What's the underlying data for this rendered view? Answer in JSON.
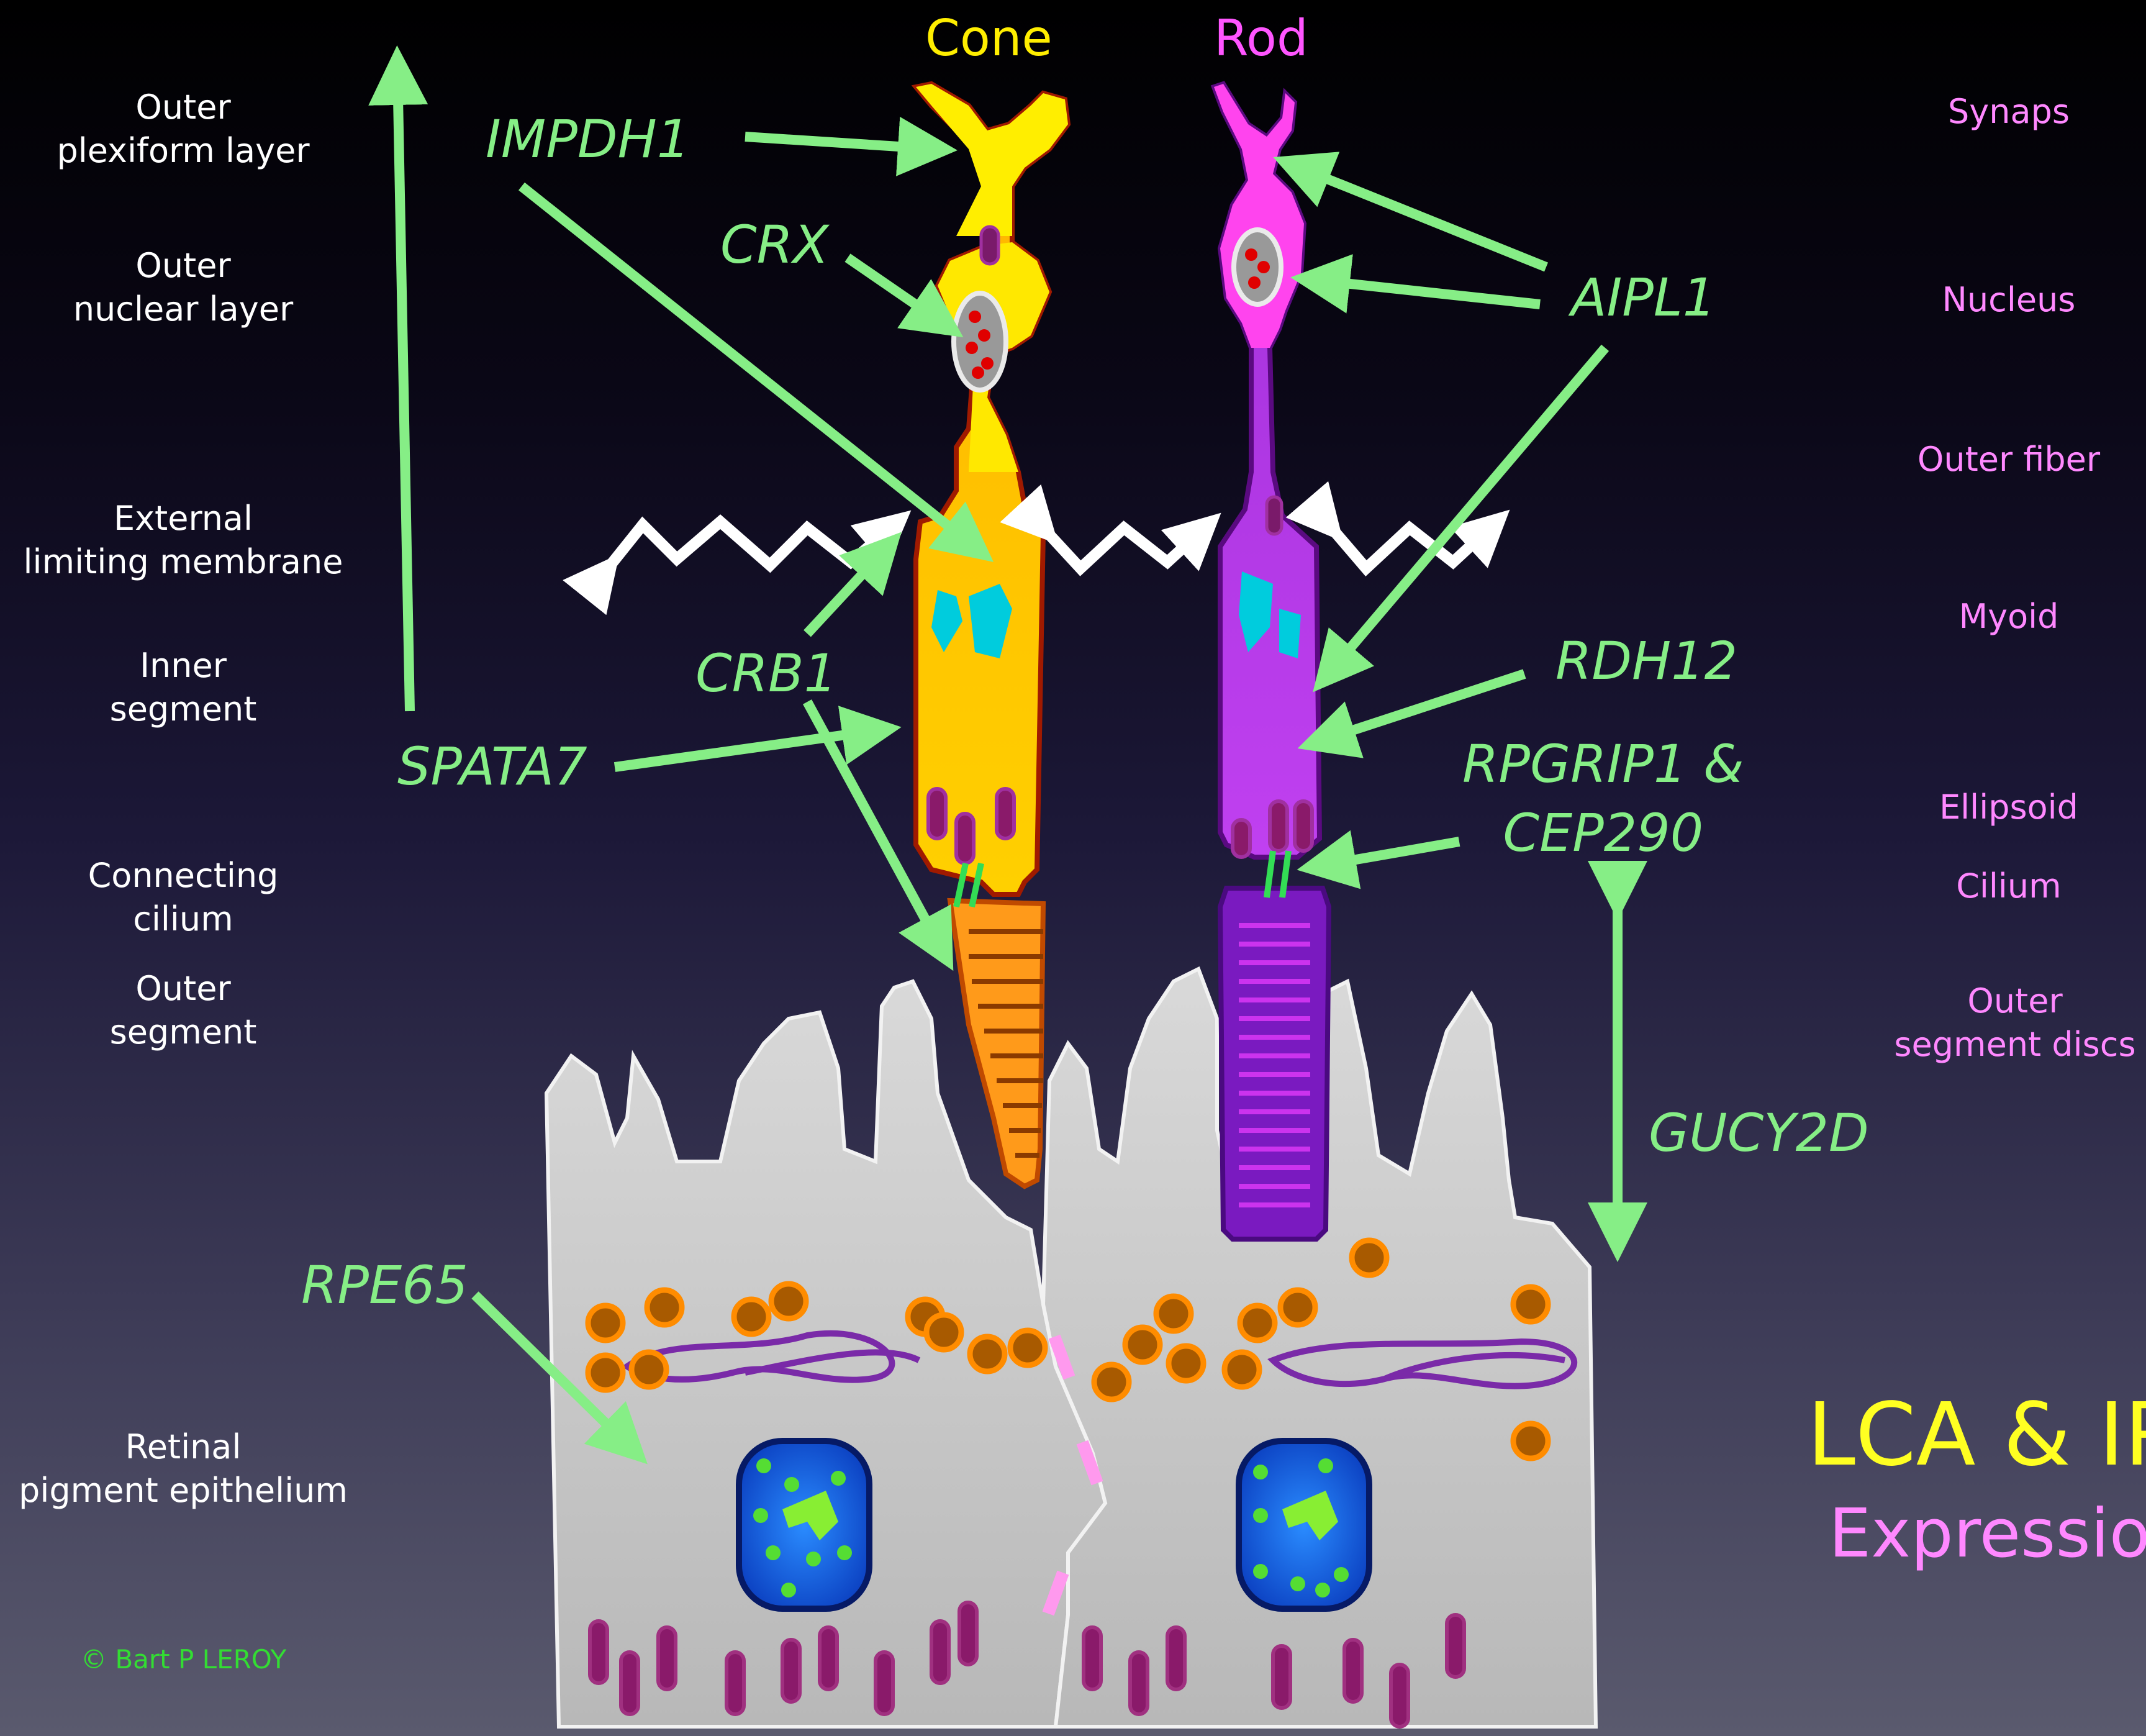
{
  "cells": {
    "cone": "Cone",
    "rod": "Rod"
  },
  "layers": [
    "Outer\nplexiform layer",
    "Outer\nnuclear layer",
    "External\nlimiting membrane",
    "Inner\nsegment",
    "Connecting\ncilium",
    "Outer\nsegment",
    "Retinal\npigment epithelium"
  ],
  "compartments": [
    "Synaps",
    "Nucleus",
    "Outer fiber",
    "Myoid",
    "Ellipsoid",
    "Cilium",
    "Outer\nsegment discs"
  ],
  "genes": {
    "impdh1": "IMPDH1",
    "crx": "CRX",
    "aipl1": "AIPL1",
    "crb1": "CRB1",
    "rdh12": "RDH12",
    "spata7": "SPATA7",
    "rpgrip1": "RPGRIP1 &\nCEP290",
    "gucy2d": "GUCY2D",
    "rpe65": "RPE65"
  },
  "title": {
    "line1": "LCA & IR",
    "line2": "Expression"
  },
  "copyright": "© Bart P LEROY",
  "colors": {
    "cone": "#ffd700",
    "rod": "#cc33cc",
    "arrow": "#86ee86",
    "rpe": "#cfcfcf",
    "granule": "#e07000",
    "layer_text": "#ffffff",
    "comp_text": "#ff88ff"
  }
}
